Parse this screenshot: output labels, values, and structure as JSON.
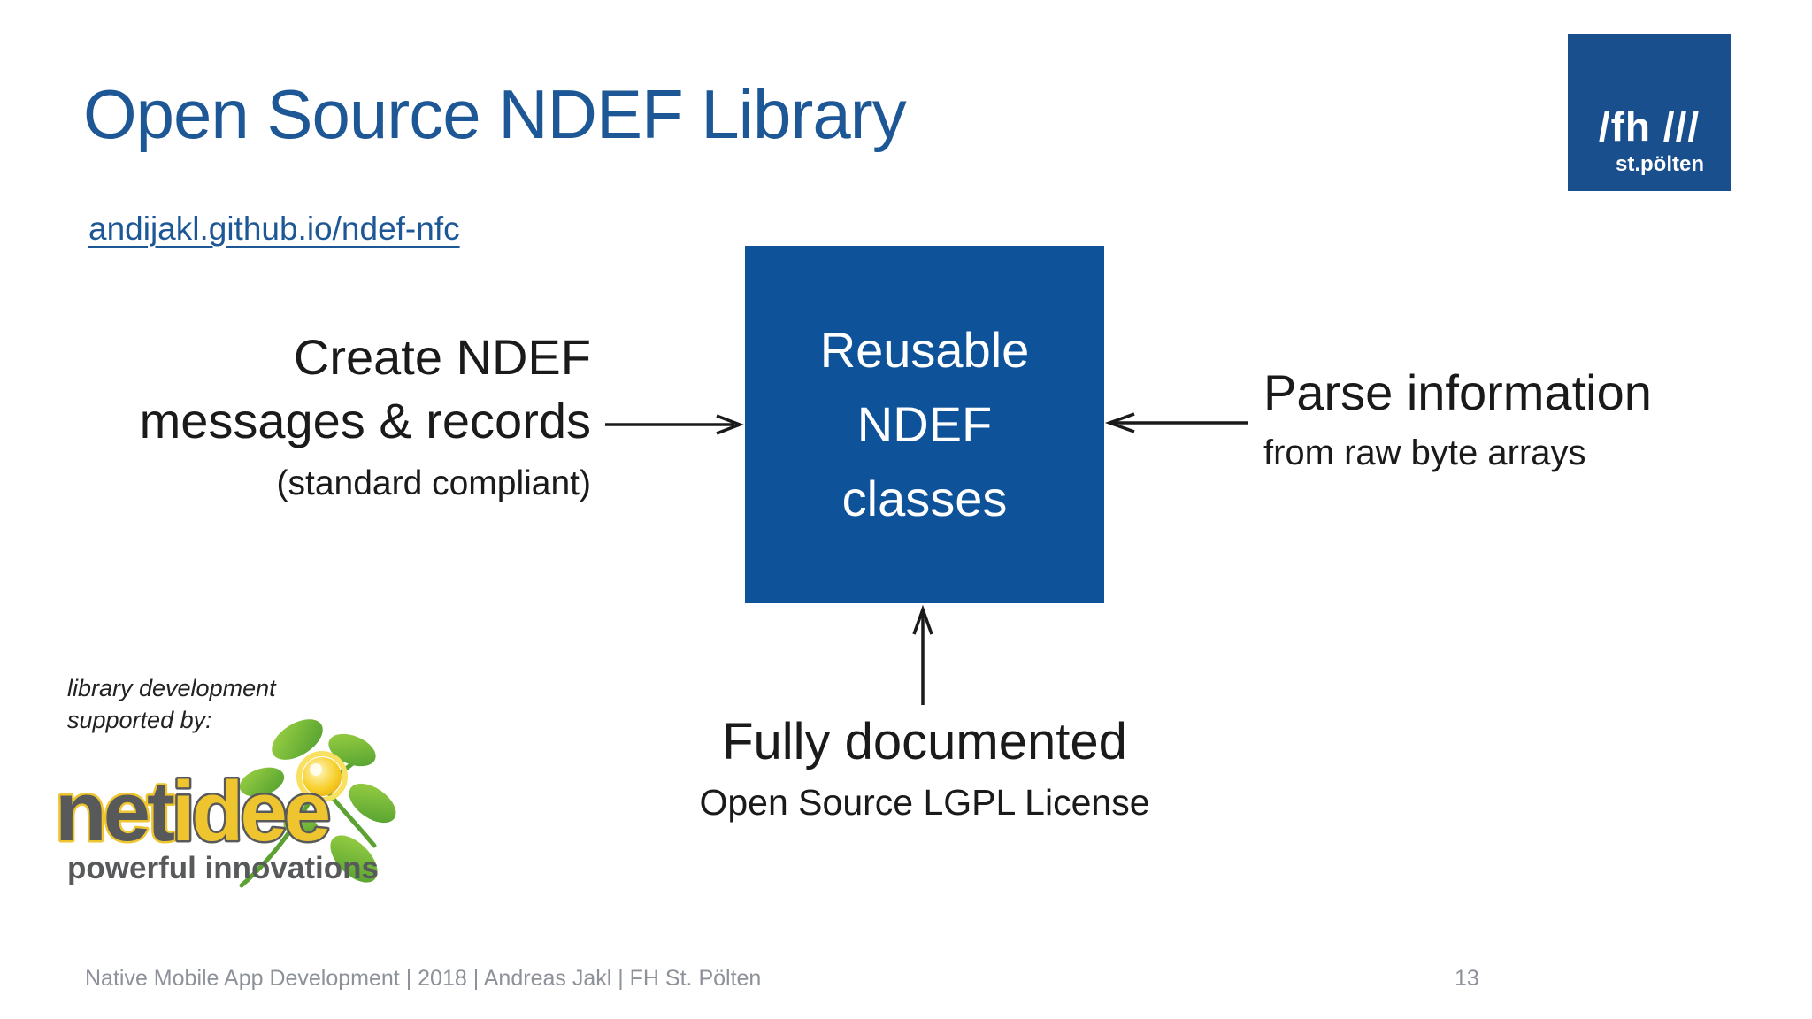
{
  "slide": {
    "title": "Open Source NDEF Library",
    "link": "andijakl.github.io/ndef-nfc",
    "center_box": {
      "line1": "Reusable",
      "line2": "NDEF",
      "line3": "classes"
    },
    "left_label": {
      "line1": "Create NDEF",
      "line2": "messages & records",
      "note": "(standard compliant)"
    },
    "right_label": {
      "line1": "Parse information",
      "line2": "from raw byte arrays"
    },
    "bottom_label": {
      "line1": "Fully documented",
      "line2": "Open Source LGPL License"
    },
    "sponsor": {
      "caption1": "library development",
      "caption2": "supported by:",
      "wordmark_net": "net",
      "wordmark_idee": "idee",
      "tagline": "powerful innovations"
    },
    "fh_logo": {
      "wordmark": "/fh ///",
      "location": "st.pölten"
    },
    "footer": {
      "credit": "Native Mobile App Development | 2018 | Andreas Jakl | FH St. Pölten",
      "page_number": "13"
    },
    "colors": {
      "title_blue": "#1d5795",
      "box_blue": "#0e5399",
      "fh_blue": "#1a4f8e",
      "ink": "#1a1a1a",
      "footer_gray": "#8d9199",
      "netidee_gray": "#58595b",
      "netidee_yellow": "#efc52f",
      "leaf_green": "#6db33f"
    }
  }
}
